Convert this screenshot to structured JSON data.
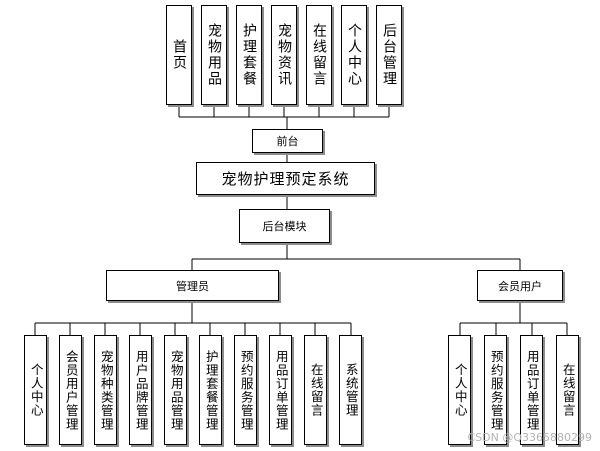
{
  "diagram": {
    "frontend_items": [
      "首页",
      "宠物用品",
      "护理套餐",
      "宠物资讯",
      "在线留言",
      "个人中心",
      "后台管理"
    ],
    "frontend_label": "前台",
    "system_title": "宠物护理预定系统",
    "backend_label": "后台模块",
    "admin": {
      "label": "管理员",
      "items": [
        "个人中心",
        "会员用户管理",
        "宠物种类管理",
        "用户品牌管理",
        "宠物用品管理",
        "护理套餐管理",
        "预约服务管理",
        "用品订单管理",
        "在线留言",
        "系统管理"
      ]
    },
    "member": {
      "label": "会员用户",
      "items": [
        "个人中心",
        "预约服务管理",
        "用品订单管理",
        "在线留言"
      ]
    },
    "watermark": "CSDN @Q3365880299"
  }
}
